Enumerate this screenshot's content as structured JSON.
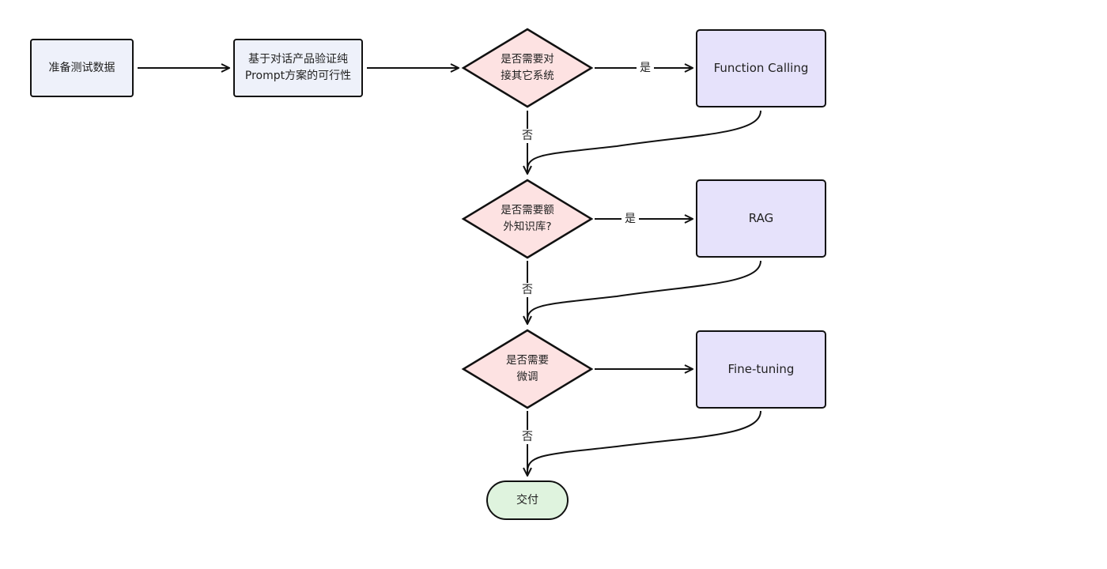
{
  "nodes": {
    "prepare_data": "准备测试数据",
    "verify_prompt_line1": "基于对话产品验证纯",
    "verify_prompt_line2": "Prompt方案的可行性",
    "decision_systems_line1": "是否需要对",
    "decision_systems_line2": "接其它系统",
    "function_calling": "Function Calling",
    "decision_knowledge_line1": "是否需要额",
    "decision_knowledge_line2": "外知识库?",
    "rag": "RAG",
    "decision_finetune_line1": "是否需要",
    "decision_finetune_line2": "微调",
    "fine_tuning": "Fine-tuning",
    "deliver": "交付"
  },
  "edges": {
    "yes": "是",
    "no": "否"
  },
  "colors": {
    "process_fill": "#eef1fa",
    "decision_fill": "#fde2e2",
    "solution_fill": "#e6e2fb",
    "terminal_fill": "#dff3de",
    "stroke": "#111111"
  }
}
